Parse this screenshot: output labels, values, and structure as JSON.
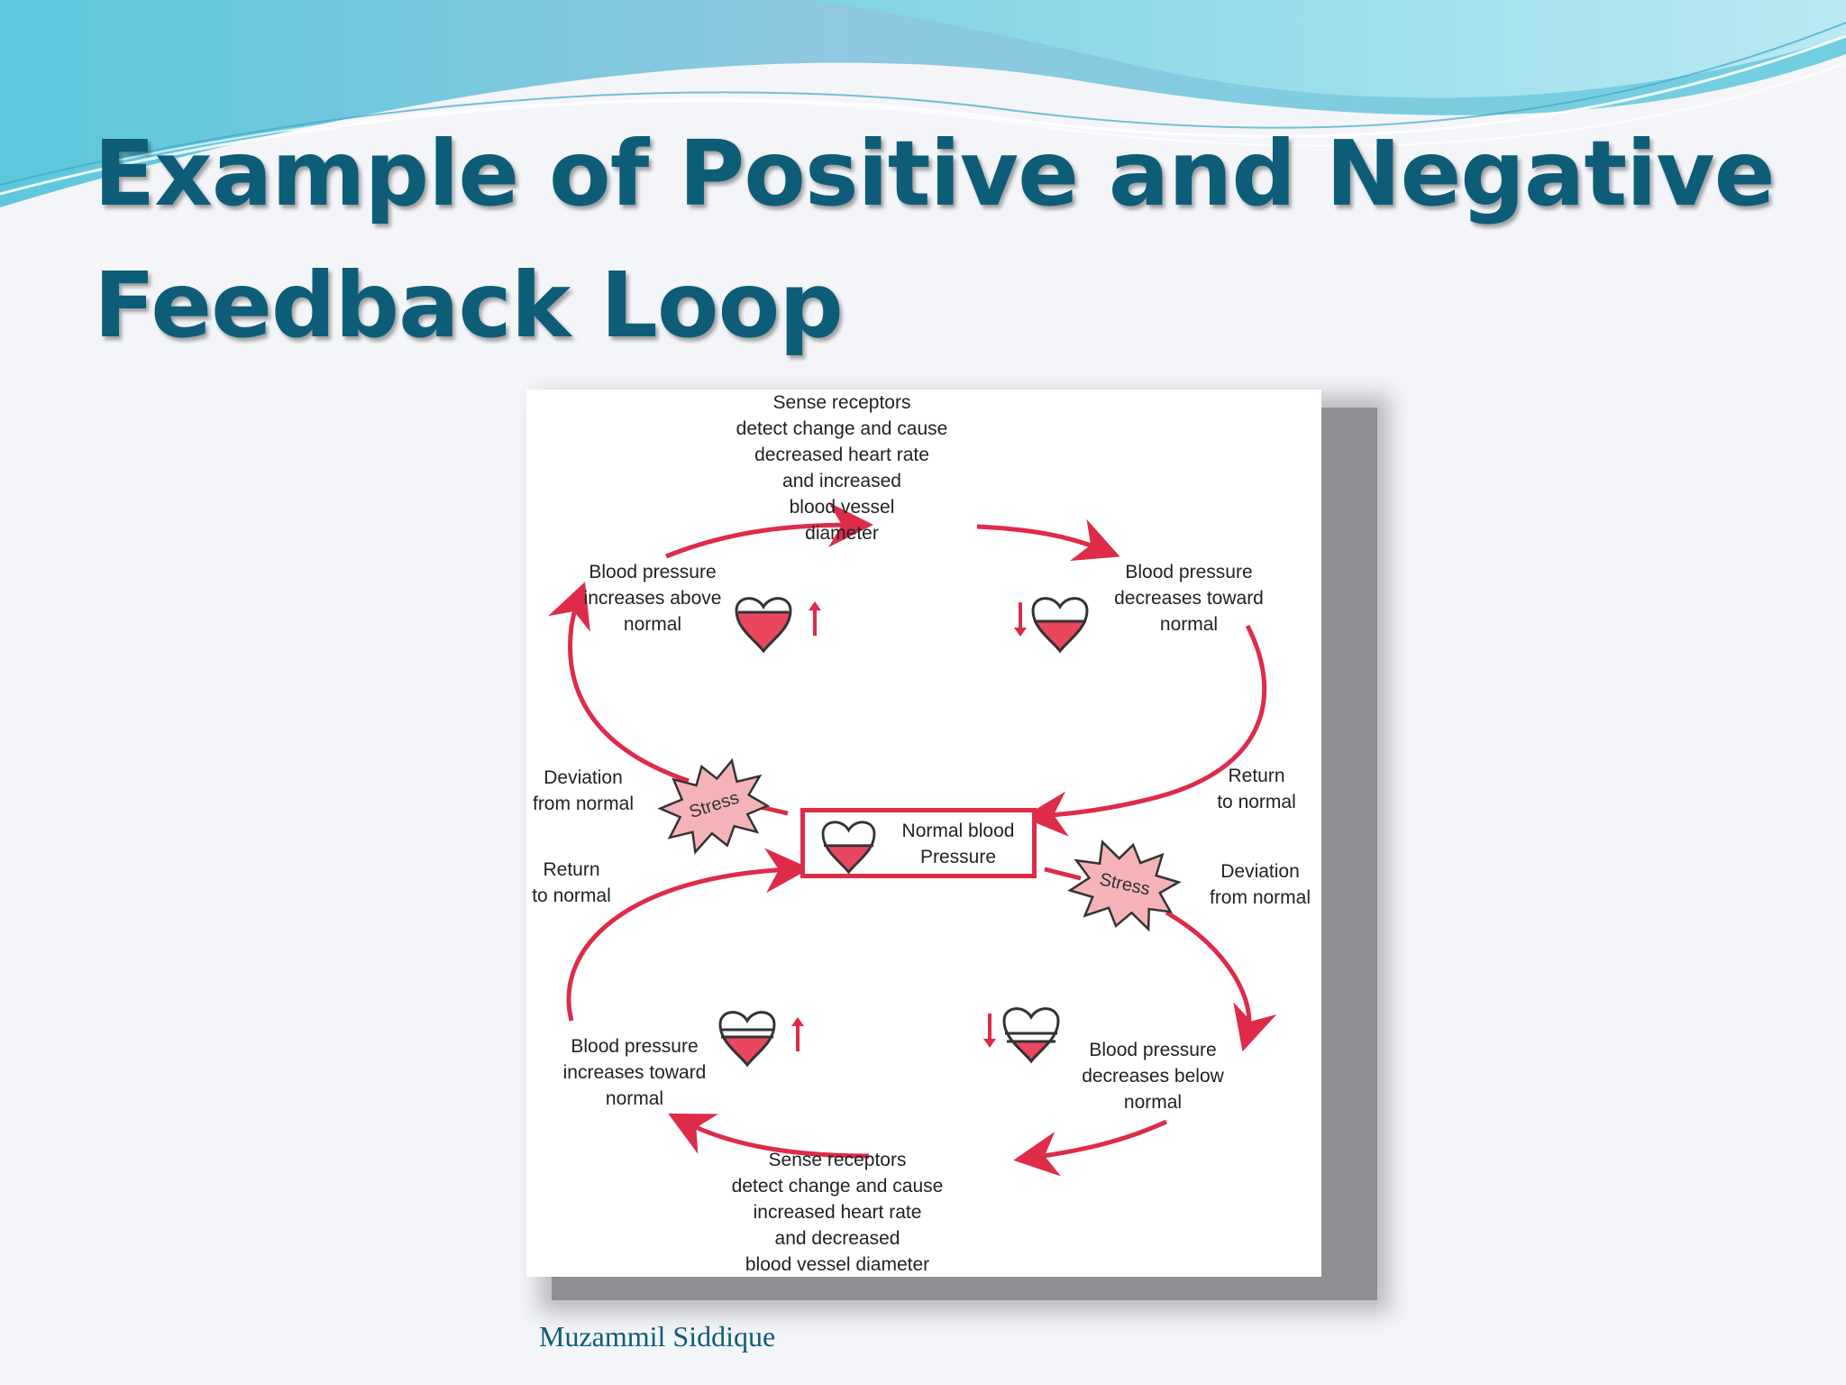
{
  "slide": {
    "title_line1": "Example of Positive and Negative",
    "title_line2": "Feedback Loop",
    "footer_author": "Muzammil Siddique"
  },
  "diagram": {
    "center": "Normal blood\nPressure",
    "top_sense": "Sense receptors\ndetect change and cause\ndecreased heart rate\nand increased\nblood vessel\ndiameter",
    "bp_increases_above": "Blood pressure\nincreases above\nnormal",
    "bp_decreases_toward": "Blood pressure\ndecreases toward\nnormal",
    "deviation_left": "Deviation\nfrom normal",
    "return_right": "Return\nto normal",
    "return_left": "Return\nto normal",
    "deviation_right": "Deviation\nfrom normal",
    "bp_increases_toward": "Blood pressure\nincreases toward\nnormal",
    "bp_decreases_below": "Blood pressure\ndecreases below\nnormal",
    "bottom_sense": "Sense receptors\ndetect change and cause\nincreased heart rate\nand decreased\nblood vessel diameter",
    "stress_label": "Stress"
  },
  "colors": {
    "title": "#0d5d78",
    "arrow_red": "#de2b4a",
    "heart_fill": "#e8475e",
    "stress_fill": "#f5b3b8"
  }
}
